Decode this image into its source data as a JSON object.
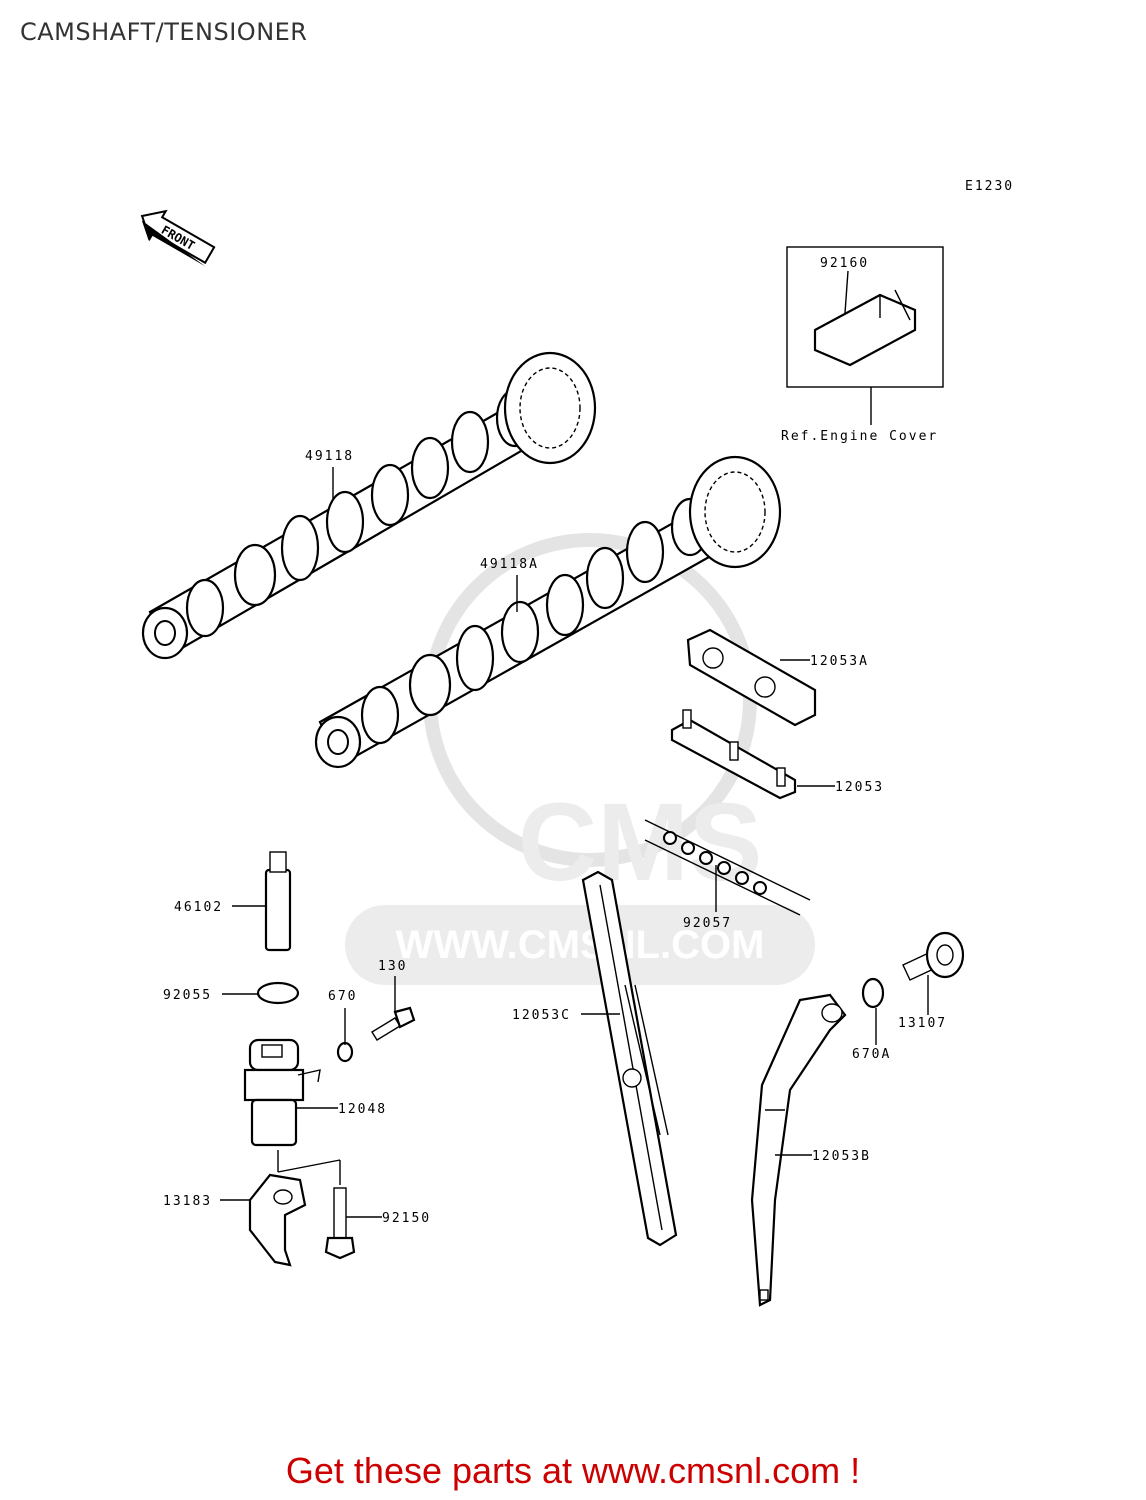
{
  "page": {
    "title": "CAMSHAFT/TENSIONER"
  },
  "diagram": {
    "code": "E1230",
    "front_label": "FRONT",
    "ref_label": "Ref.Engine Cover",
    "watermark_url": "WWW.CMSNL.COM",
    "watermark_logo": "CMS",
    "parts": {
      "p92160": "92160",
      "p49118": "49118",
      "p49118A": "49118A",
      "p12053A": "12053A",
      "p12053": "12053",
      "p92057": "92057",
      "p46102": "46102",
      "p92055": "92055",
      "p130": "130",
      "p670": "670",
      "p12053C": "12053C",
      "p670A": "670A",
      "p13107": "13107",
      "p12048": "12048",
      "p12053B": "12053B",
      "p13183": "13183",
      "p92150": "92150"
    }
  },
  "footer": {
    "text": "Get these parts at www.cmsnl.com !"
  }
}
